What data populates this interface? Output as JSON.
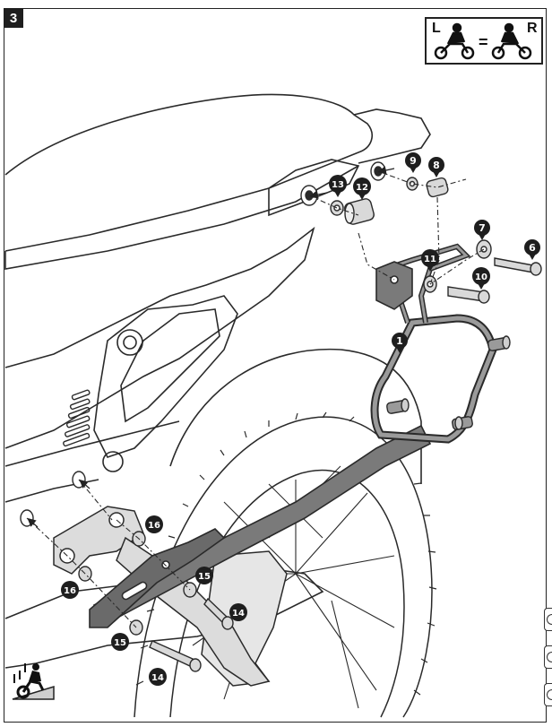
{
  "step": {
    "number": "3"
  },
  "side_symbol": {
    "left": "L",
    "equals": "=",
    "right": "R"
  },
  "callouts": {
    "c1": "1",
    "c6": "6",
    "c7": "7",
    "c8": "8",
    "c9": "9",
    "c10": "10",
    "c11": "11",
    "c12": "12",
    "c13": "13",
    "c14a": "14",
    "c14b": "14",
    "c15a": "15",
    "c15b": "15",
    "c16a": "16",
    "c16b": "16"
  },
  "colors": {
    "line": "#2a2a2a",
    "bracket_fill": "#6f6f6f",
    "badge_fill": "#1e1e1e",
    "part_fill": "#d9d9d9"
  }
}
